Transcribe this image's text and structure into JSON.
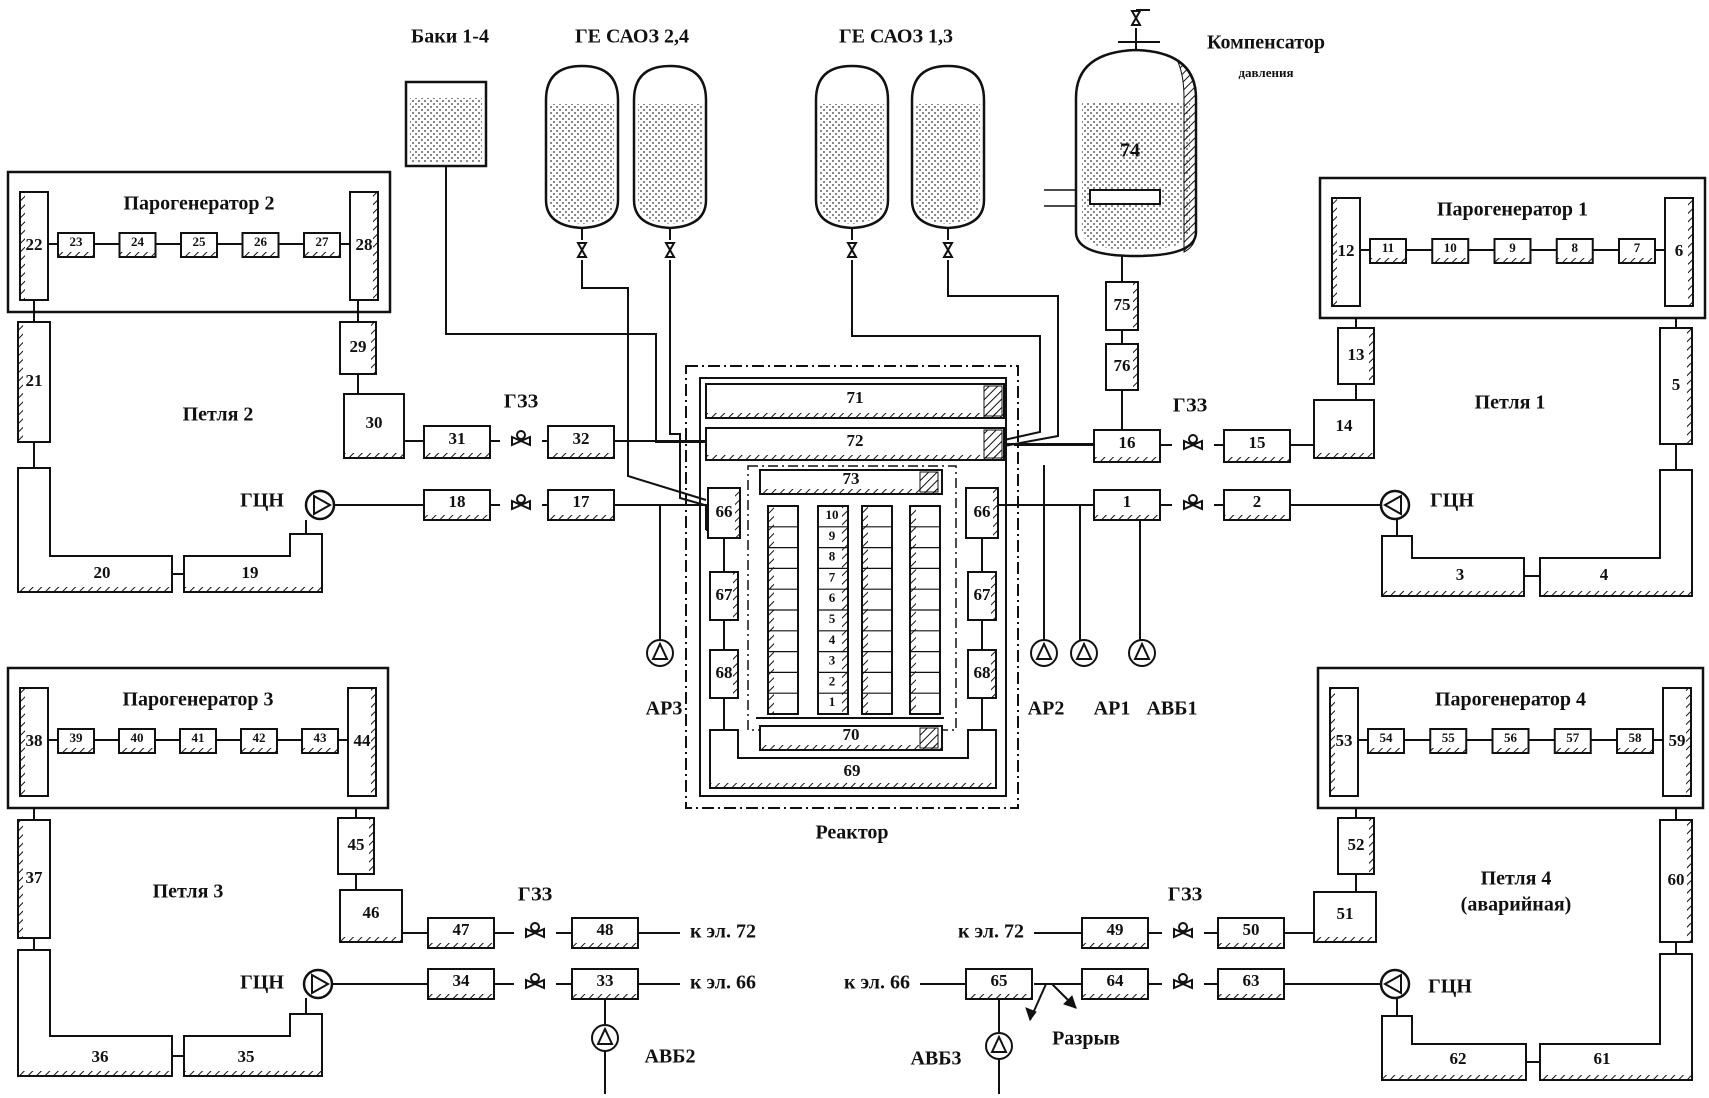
{
  "labels": {
    "tanks": "Баки 1-4",
    "ge24": "ГЕ САОЗ 2,4",
    "ge13": "ГЕ САОЗ 1,3",
    "pressurizer_l1": "Компенсатор",
    "pressurizer_l2": "давления",
    "pressurizer_num": "74",
    "reactor": "Реактор",
    "sg1": "Парогенератор 1",
    "sg2": "Парогенератор 2",
    "sg3": "Парогенератор 3",
    "sg4": "Парогенератор 4",
    "loop1": "Петля 1",
    "loop2": "Петля 2",
    "loop3": "Петля 3",
    "loop4_l1": "Петля 4",
    "loop4_l2": "(аварийная)",
    "gcn": "ГЦН",
    "gzz": "ГЗЗ",
    "ar1": "АР1",
    "ar2": "АР2",
    "ar3": "АР3",
    "avb1": "АВБ1",
    "avb2": "АВБ2",
    "avb3": "АВБ3",
    "ref72": "к эл. 72",
    "ref66": "к эл. 66",
    "rupture": "Разрыв"
  },
  "sg1_items": [
    "12",
    "11",
    "10",
    "9",
    "8",
    "7",
    "6"
  ],
  "sg2_items": [
    "22",
    "23",
    "24",
    "25",
    "26",
    "27",
    "28"
  ],
  "sg3_items": [
    "38",
    "39",
    "40",
    "41",
    "42",
    "43",
    "44"
  ],
  "sg4_items": [
    "53",
    "54",
    "55",
    "56",
    "57",
    "58",
    "59"
  ],
  "loop1_items": [
    "1",
    "2",
    "3",
    "4",
    "5",
    "13",
    "14",
    "15",
    "16"
  ],
  "loop2_items": [
    "17",
    "18",
    "19",
    "20",
    "21",
    "29",
    "30",
    "31",
    "32"
  ],
  "loop3_items": [
    "33",
    "34",
    "35",
    "36",
    "37",
    "45",
    "46",
    "47",
    "48"
  ],
  "loop4_items": [
    "49",
    "50",
    "51",
    "52",
    "60",
    "61",
    "62",
    "63",
    "64",
    "65"
  ],
  "reactor_items": [
    "66",
    "67",
    "68",
    "69",
    "70",
    "71",
    "72",
    "73",
    "75",
    "76"
  ],
  "core_labels": [
    "10",
    "9",
    "8",
    "7",
    "6",
    "5",
    "4",
    "3",
    "2",
    "1"
  ],
  "colors": {
    "line": "#111111",
    "fill": "#ffffff",
    "hatch": "#111111"
  }
}
